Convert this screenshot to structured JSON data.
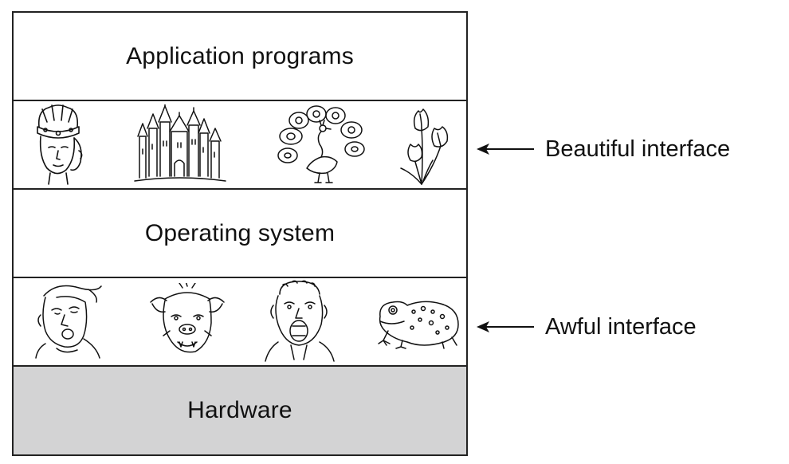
{
  "layers": {
    "application": "Application programs",
    "operating_system": "Operating system",
    "hardware": "Hardware"
  },
  "callouts": {
    "beautiful": "Beautiful interface",
    "awful": "Awful interface"
  },
  "beautiful_icons": [
    "queen-icon",
    "castle-icon",
    "peacock-icon",
    "tulip-icon"
  ],
  "awful_icons": [
    "ugly-man-icon",
    "warthog-icon",
    "screaming-man-icon",
    "toad-icon"
  ],
  "colors": {
    "hardware_fill": "#d3d3d4",
    "line": "#222222"
  }
}
